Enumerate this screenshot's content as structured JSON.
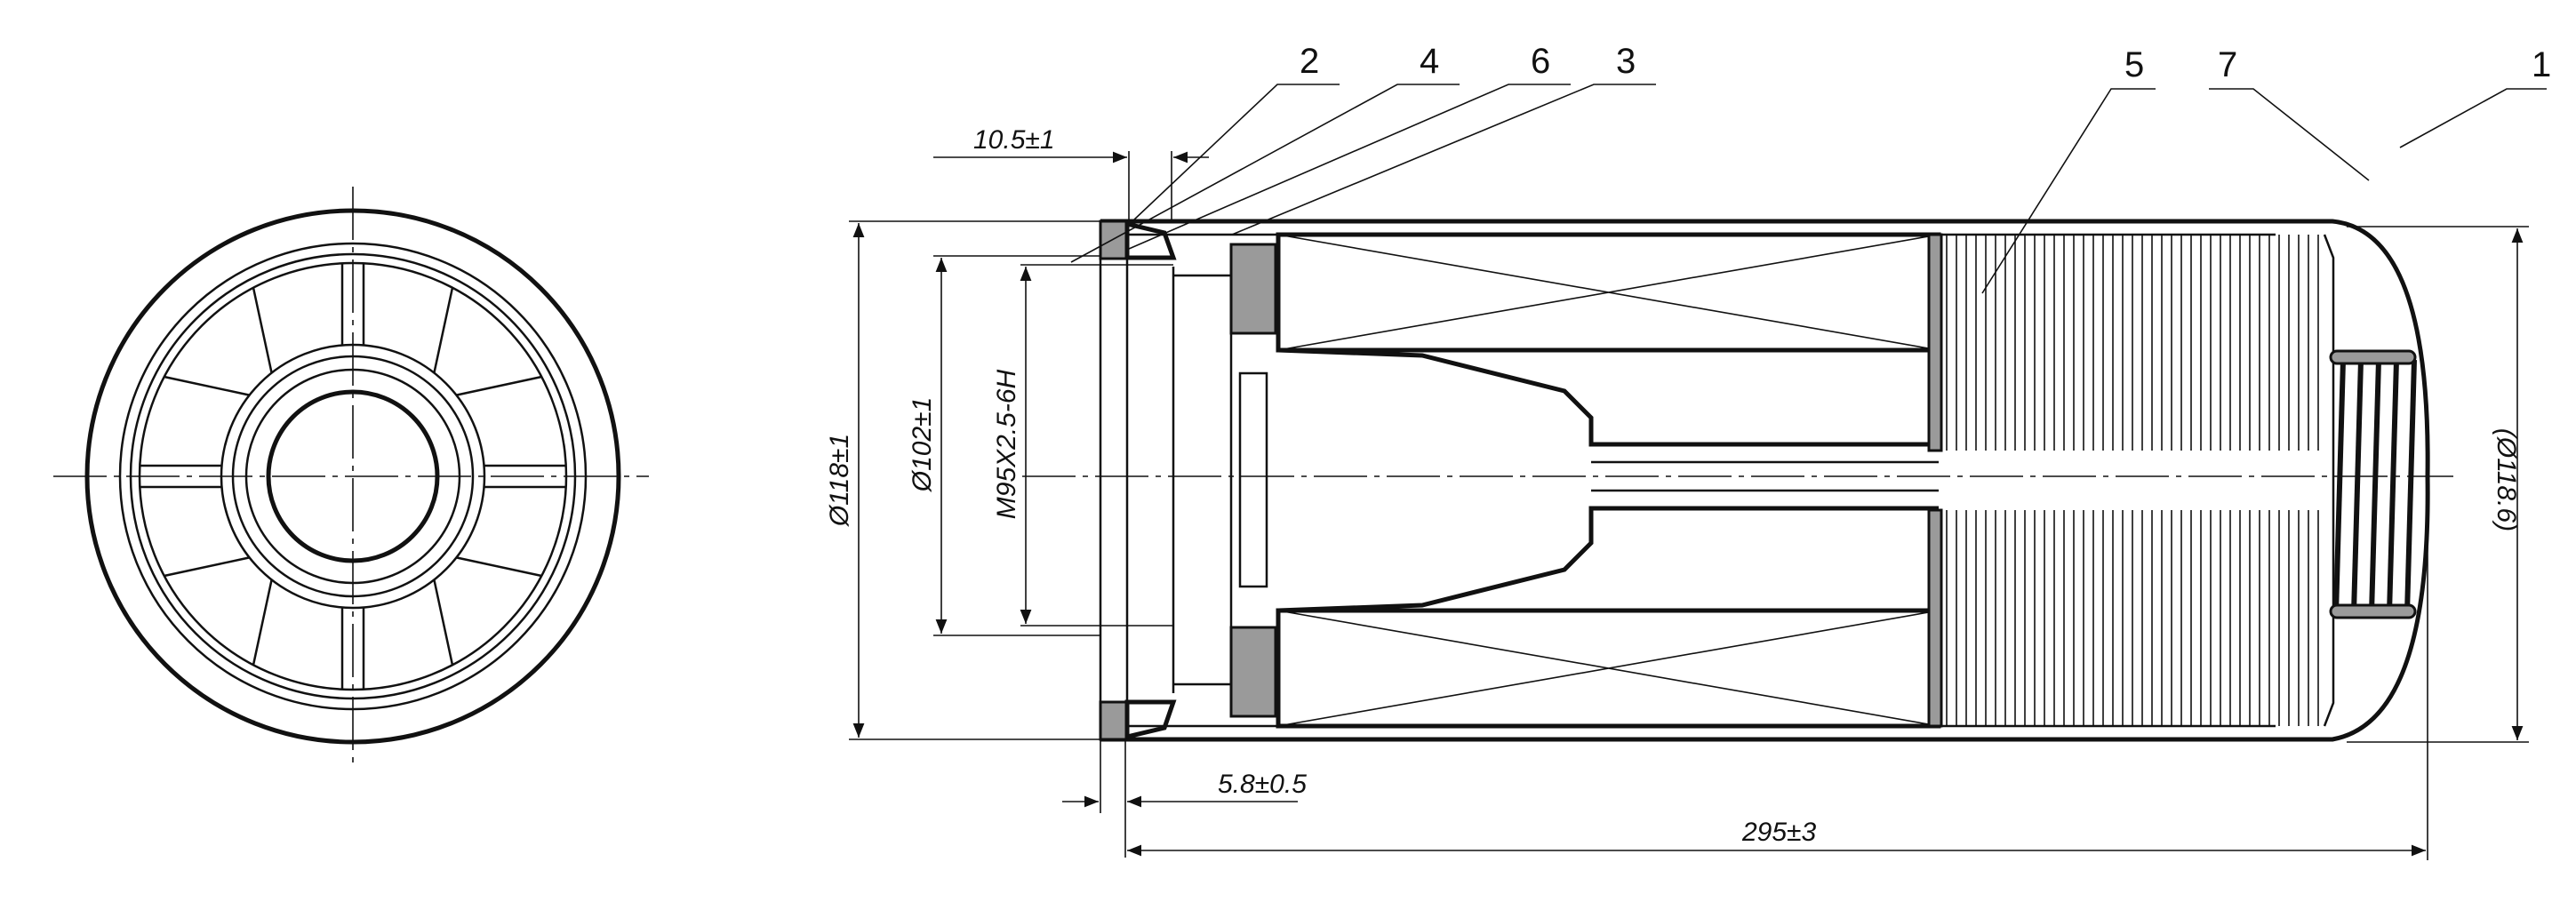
{
  "callouts": [
    "2",
    "4",
    "6",
    "3",
    "5",
    "7",
    "1"
  ],
  "dimensions": {
    "flange_offset": "10.5±1",
    "outer_diameter": "Ø118±1",
    "seal_diameter": "Ø102±1",
    "thread": "M95X2.5-6H",
    "gasket_offset": "5.8±0.5",
    "overall_length": "295±3",
    "housing_diameter": "(Ø118.6)"
  }
}
